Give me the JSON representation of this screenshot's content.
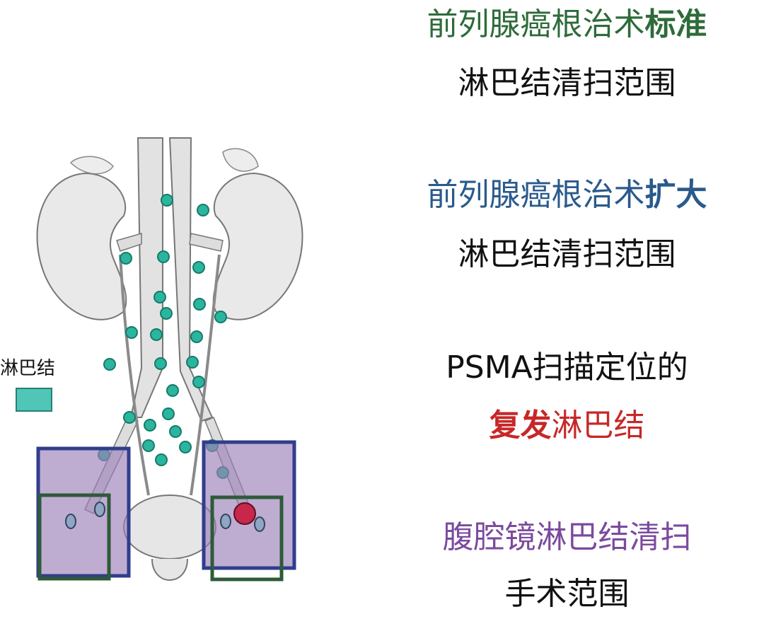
{
  "captions": {
    "standard_line1_main": "前列腺癌根治术",
    "standard_line1_bold": "标准",
    "standard_line2": "淋巴结清扫范围",
    "extended_line1_main": "前列腺癌根治术",
    "extended_line1_bold": "扩大",
    "extended_line2": "淋巴结清扫范围",
    "psma_line1": "PSMA扫描定位的",
    "psma_line2_bold": "复发",
    "psma_line2_rest": "淋巴结",
    "laparoscopic_line1": "腹腔镜淋巴结清扫",
    "laparoscopic_line2": "手术范围"
  },
  "legend": {
    "label": "淋巴结",
    "color": "#4fc6b6"
  },
  "colors": {
    "standard_green": "#2e6b3a",
    "extended_blue": "#2a5a8c",
    "recurrent_red": "#c62828",
    "laparoscopic_purple": "#7b4a9e",
    "node_teal": "#2bb59f",
    "recurrent_node": "#c8264a"
  }
}
